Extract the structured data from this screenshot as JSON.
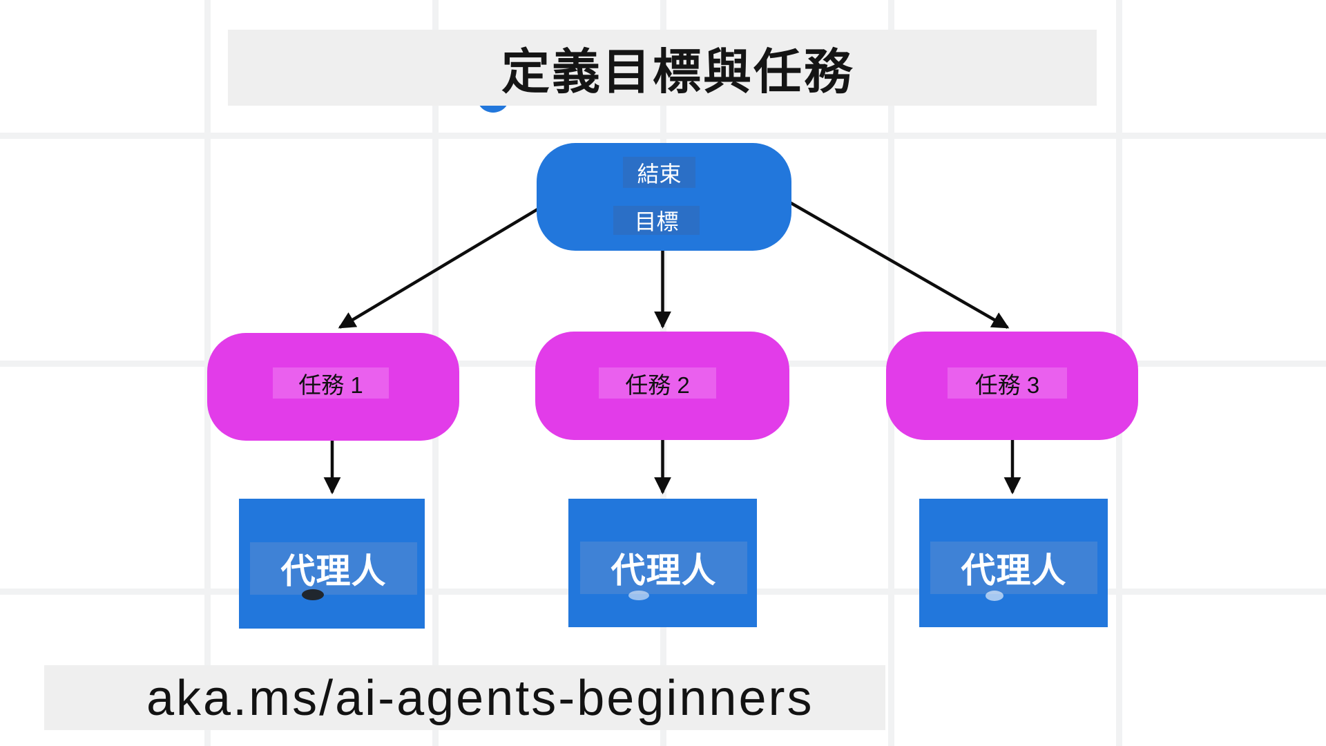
{
  "title": {
    "text": "定義目標與任務"
  },
  "footer": {
    "link_text": "aka.ms/ai-agents-beginners"
  },
  "diagram": {
    "goal_node": {
      "labels": [
        "結束",
        "目標"
      ]
    },
    "task_nodes": [
      {
        "label": "任務 1"
      },
      {
        "label": "任務 2"
      },
      {
        "label": "任務 3"
      }
    ],
    "agent_nodes": [
      {
        "label": "代理人"
      },
      {
        "label": "代理人"
      },
      {
        "label": "代理人"
      }
    ]
  },
  "colors": {
    "node_blue": "#2277dc",
    "goal_label_bg": "#2b6fc6",
    "agent_label_bg": "#3f82d6",
    "node_magenta": "#e23ce9",
    "task_label_bg": "#ea60ee",
    "band_gray": "#efefef",
    "grid_gray": "#f1f2f3",
    "arrow_black": "#0d0d0d",
    "text_black": "#151515",
    "text_white": "#ffffff"
  }
}
